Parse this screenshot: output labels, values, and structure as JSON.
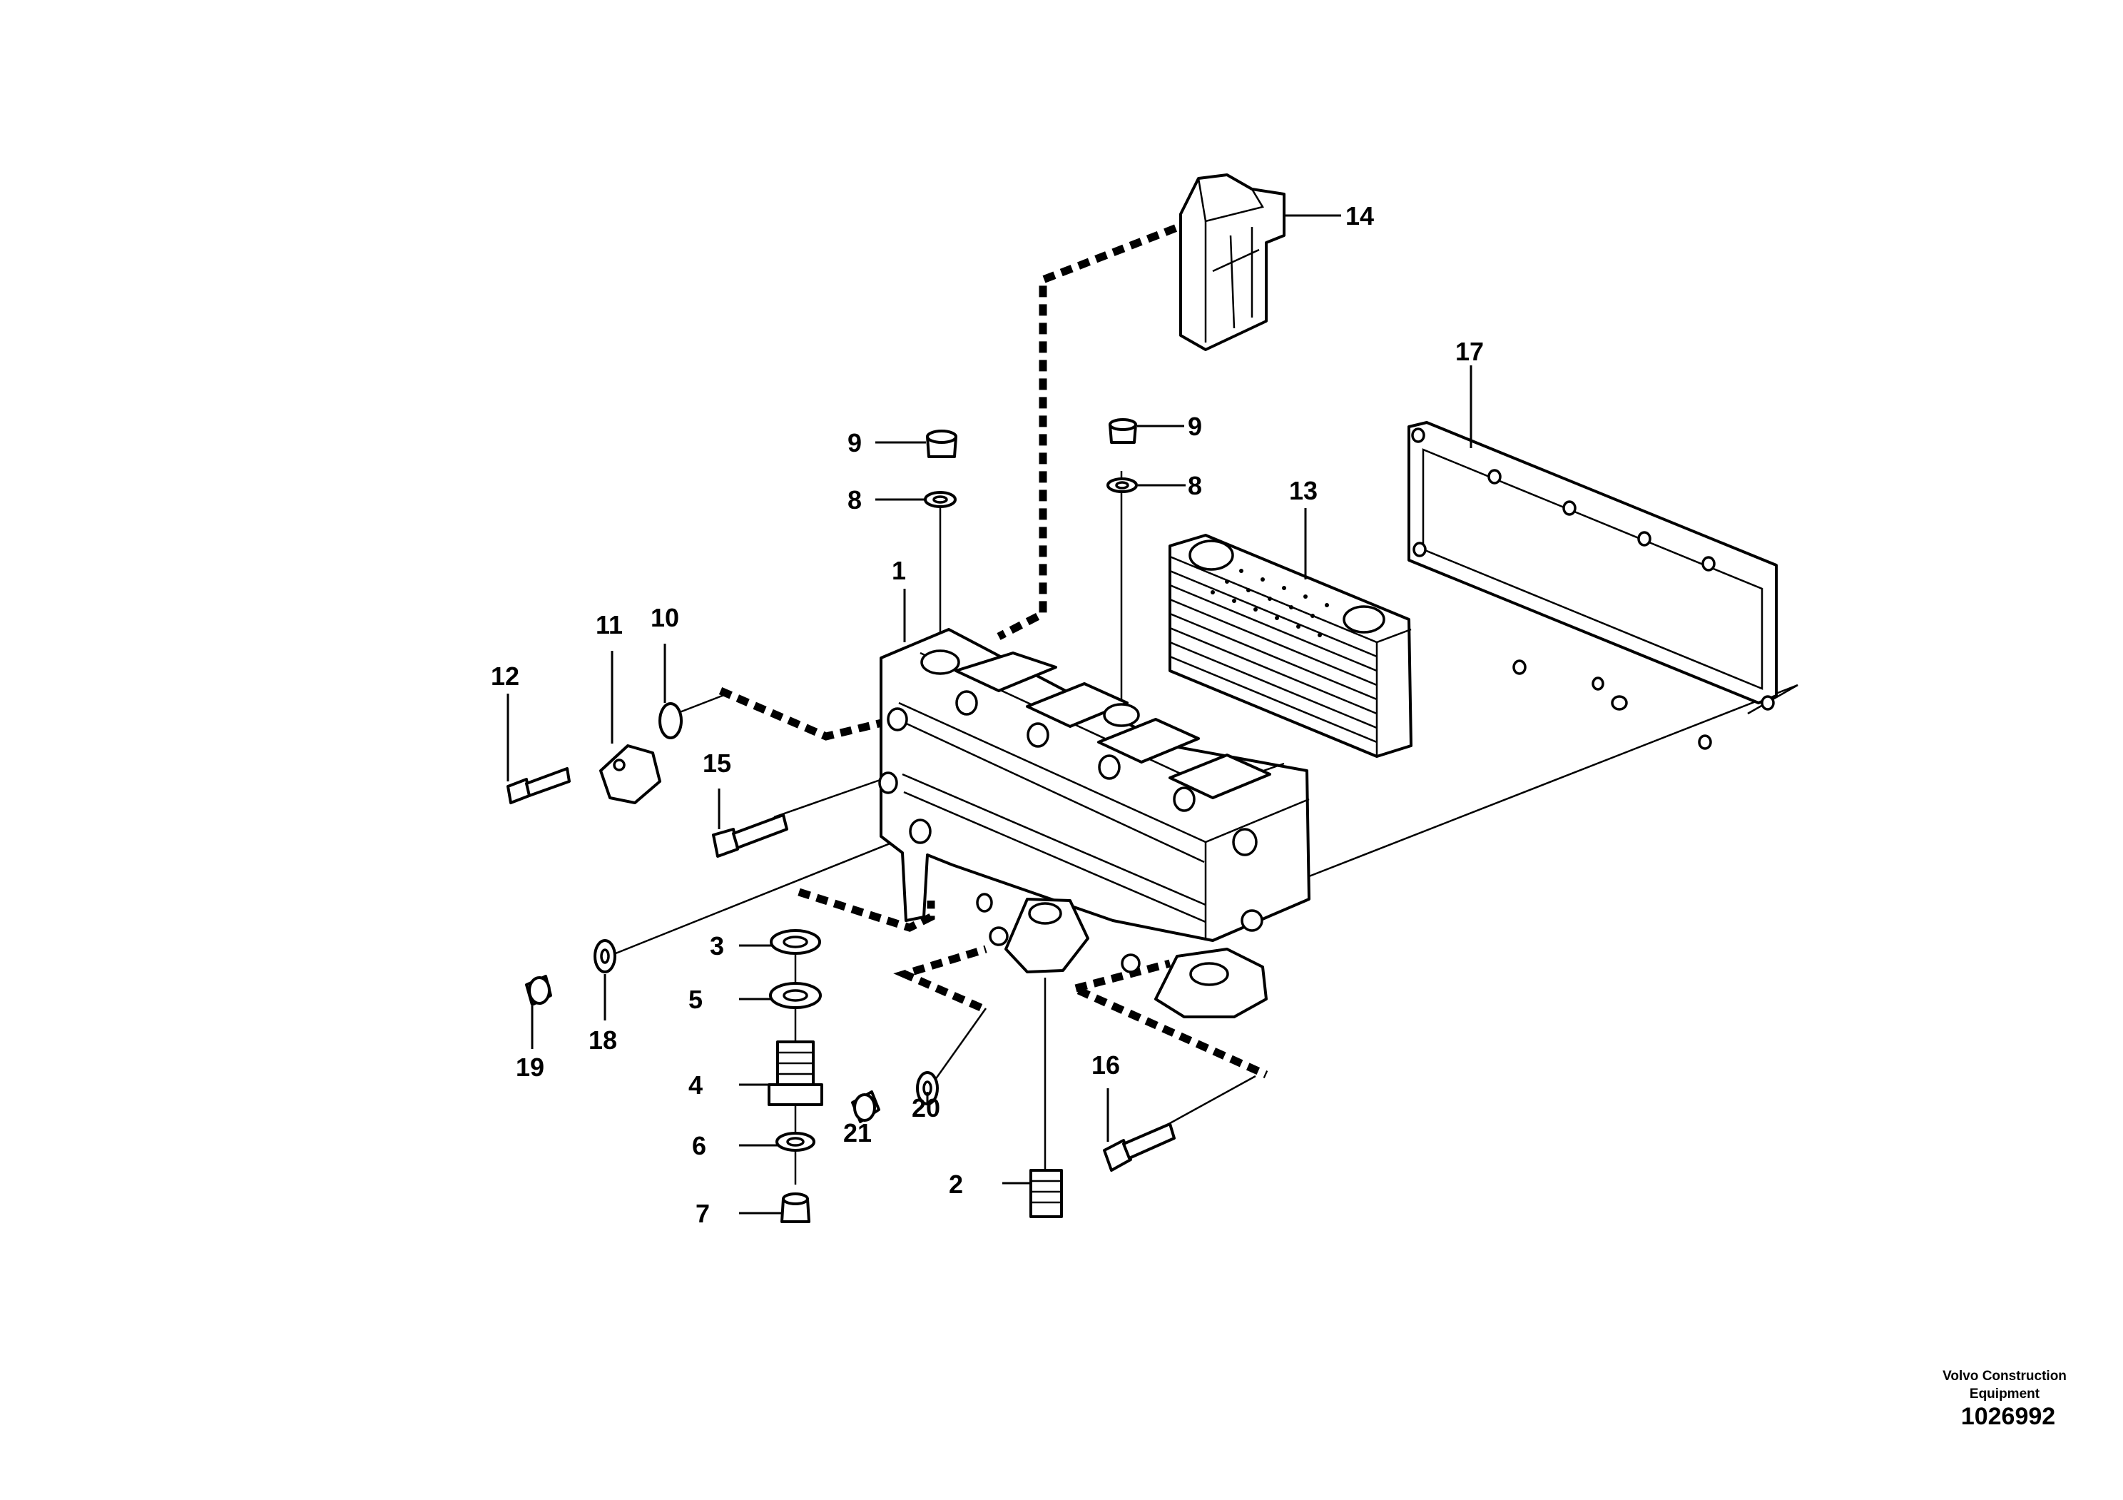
{
  "diagram": {
    "callouts": [
      "1",
      "2",
      "3",
      "4",
      "5",
      "6",
      "7",
      "8",
      "8",
      "9",
      "9",
      "10",
      "11",
      "12",
      "13",
      "14",
      "15",
      "16",
      "17",
      "18",
      "19",
      "20",
      "21"
    ],
    "footer": {
      "brand_line1": "Volvo Construction",
      "brand_line2": "Equipment",
      "code": "1026992"
    }
  }
}
